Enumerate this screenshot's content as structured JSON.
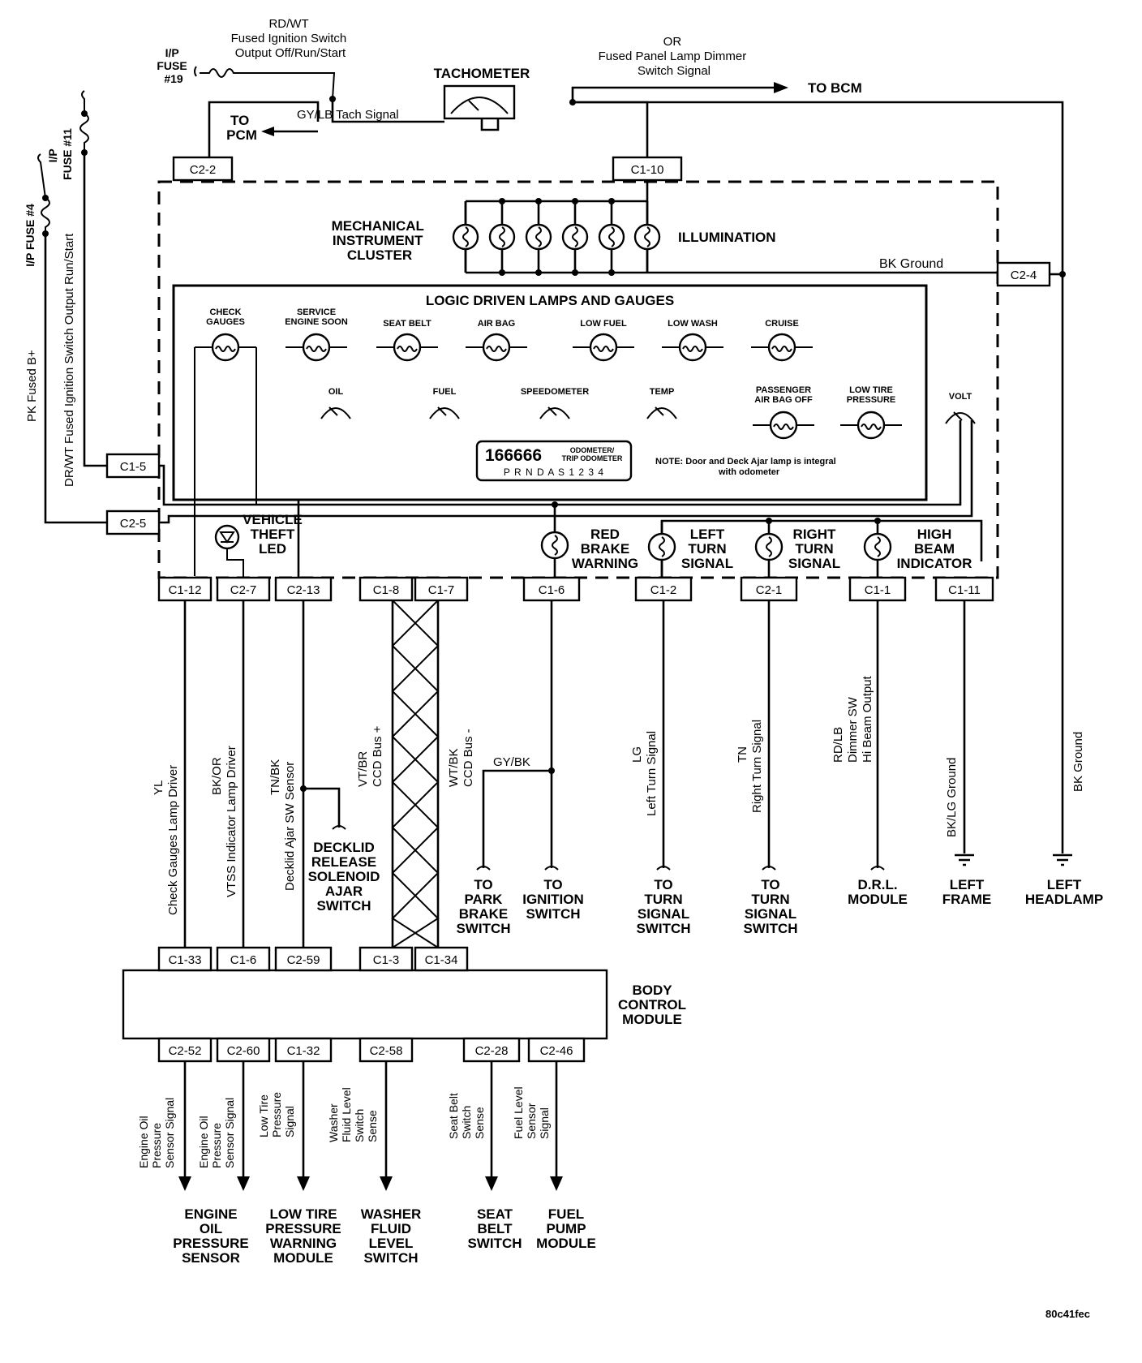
{
  "top": {
    "fuse19": [
      "I/P",
      "FUSE",
      "#19"
    ],
    "rdwt": [
      "RD/WT",
      "Fused Ignition Switch",
      "Output Off/Run/Start"
    ],
    "tachometer": "TACHOMETER",
    "or_wire": [
      "OR",
      "Fused Panel Lamp Dimmer",
      "Switch Signal"
    ],
    "to_bcm": "TO BCM",
    "tach_signal": "GY/LB  Tach Signal",
    "to_pcm": [
      "TO",
      "PCM"
    ],
    "fuse11": [
      "I/P",
      "FUSE #11"
    ],
    "fuse4": "I/P FUSE #4",
    "drwt_wire": "DR/WT  Fused Ignition Switch Output Run/Start",
    "pk_wire": "PK   Fused B+"
  },
  "cluster": {
    "title": [
      "MECHANICAL",
      "INSTRUMENT",
      "CLUSTER"
    ],
    "illumination": "ILLUMINATION",
    "bk_ground": "BK Ground",
    "logic_title": "LOGIC DRIVEN LAMPS AND GAUGES",
    "lamps": {
      "check": [
        "CHECK",
        "GAUGES"
      ],
      "service": [
        "SERVICE",
        "ENGINE SOON"
      ],
      "seatbelt": "SEAT BELT",
      "airbag": "AIR BAG",
      "lowfuel": "LOW FUEL",
      "lowwash": "LOW WASH",
      "cruise": "CRUISE",
      "passenger": [
        "PASSENGER",
        "AIR BAG OFF"
      ],
      "lowtire": [
        "LOW TIRE",
        "PRESSURE"
      ]
    },
    "gauges": {
      "oil": "OIL",
      "fuel": "FUEL",
      "speedometer": "SPEEDOMETER",
      "temp": "TEMP",
      "volt": "VOLT"
    },
    "odometer_digits": "166666",
    "odometer_label": [
      "ODOMETER/",
      "TRIP ODOMETER"
    ],
    "prndl": "P R N D A S 1 2 3 4",
    "note": [
      "NOTE:  Door and Deck Ajar lamp is integral",
      "with odometer"
    ],
    "theft_led": [
      "VEHICLE",
      "THEFT",
      "LED"
    ],
    "red_brake": [
      "RED",
      "BRAKE",
      "WARNING"
    ],
    "left_turn": [
      "LEFT",
      "TURN",
      "SIGNAL"
    ],
    "right_turn": [
      "RIGHT",
      "TURN",
      "SIGNAL"
    ],
    "high_beam": [
      "HIGH",
      "BEAM",
      "INDICATOR"
    ]
  },
  "connectors": {
    "c2_2": "C2-2",
    "c1_10": "C1-10",
    "c2_4": "C2-4",
    "c1_5": "C1-5",
    "c2_5": "C2-5",
    "c1_12": "C1-12",
    "c2_7": "C2-7",
    "c2_13": "C2-13",
    "c1_8": "C1-8",
    "c1_7": "C1-7",
    "c1_6": "C1-6",
    "c1_2": "C1-2",
    "c2_1": "C2-1",
    "c1_1": "C1-1",
    "c1_11": "C1-11"
  },
  "wires": {
    "yl": [
      "YL",
      "Check Gauges Lamp Driver"
    ],
    "bkor": [
      "BK/OR",
      "VTSS Indicator Lamp Driver"
    ],
    "tnbk": [
      "TN/BK",
      "Decklid Ajar SW Sensor"
    ],
    "vtbr": [
      "VT/BR",
      "CCD Bus +"
    ],
    "wtbk": [
      "WT/BK",
      "CCD Bus -"
    ],
    "gybk": "GY/BK",
    "lg": [
      "LG",
      "Left Turn Signal"
    ],
    "tn": [
      "TN",
      "Right Turn Signal"
    ],
    "rdlb": [
      "RD/LB",
      "Dimmer SW",
      "Hi Beam Output"
    ],
    "bklg": "BK/LG  Ground",
    "bk": "BK Ground"
  },
  "destinations": {
    "decklid": [
      "DECKLID",
      "RELEASE",
      "SOLENOID",
      "AJAR",
      "SWITCH"
    ],
    "park_brake": [
      "TO",
      "PARK",
      "BRAKE",
      "SWITCH"
    ],
    "ignition": [
      "TO",
      "IGNITION",
      "SWITCH"
    ],
    "turn_left": [
      "TO",
      "TURN",
      "SIGNAL",
      "SWITCH"
    ],
    "turn_right": [
      "TO",
      "TURN",
      "SIGNAL",
      "SWITCH"
    ],
    "drl": [
      "D.R.L.",
      "MODULE"
    ],
    "left_frame": [
      "LEFT",
      "FRAME"
    ],
    "left_headlamp": [
      "LEFT",
      "HEADLAMP"
    ]
  },
  "bcm": {
    "title": [
      "BODY",
      "CONTROL",
      "MODULE"
    ],
    "top_conn": [
      "C1-33",
      "C1-6",
      "C2-59",
      "C1-3",
      "C1-34"
    ],
    "bottom_conn": [
      "C2-52",
      "C2-60",
      "C1-32",
      "C2-58",
      "C2-28",
      "C2-46"
    ],
    "signals": {
      "s52": [
        "Engine Oil",
        "Pressure",
        "Sensor Signal"
      ],
      "s60": [
        "Engine Oil",
        "Pressure",
        "Sensor Signal"
      ],
      "s32": [
        "Low Tire",
        "Pressure",
        "Signal"
      ],
      "s58": [
        "Washer",
        "Fluid Level",
        "Switch",
        "Sense"
      ],
      "s28": [
        "Seat Belt",
        "Switch",
        "Sense"
      ],
      "s46": [
        "Fuel Level",
        "Sensor",
        "Signal"
      ]
    },
    "outputs": {
      "oil": [
        "ENGINE",
        "OIL",
        "PRESSURE",
        "SENSOR"
      ],
      "tire": [
        "LOW TIRE",
        "PRESSURE",
        "WARNING",
        "MODULE"
      ],
      "washer": [
        "WASHER",
        "FLUID",
        "LEVEL",
        "SWITCH"
      ],
      "seatbelt": [
        "SEAT",
        "BELT",
        "SWITCH"
      ],
      "fuel": [
        "FUEL",
        "PUMP",
        "MODULE"
      ]
    }
  },
  "figure_id": "80c41fec"
}
